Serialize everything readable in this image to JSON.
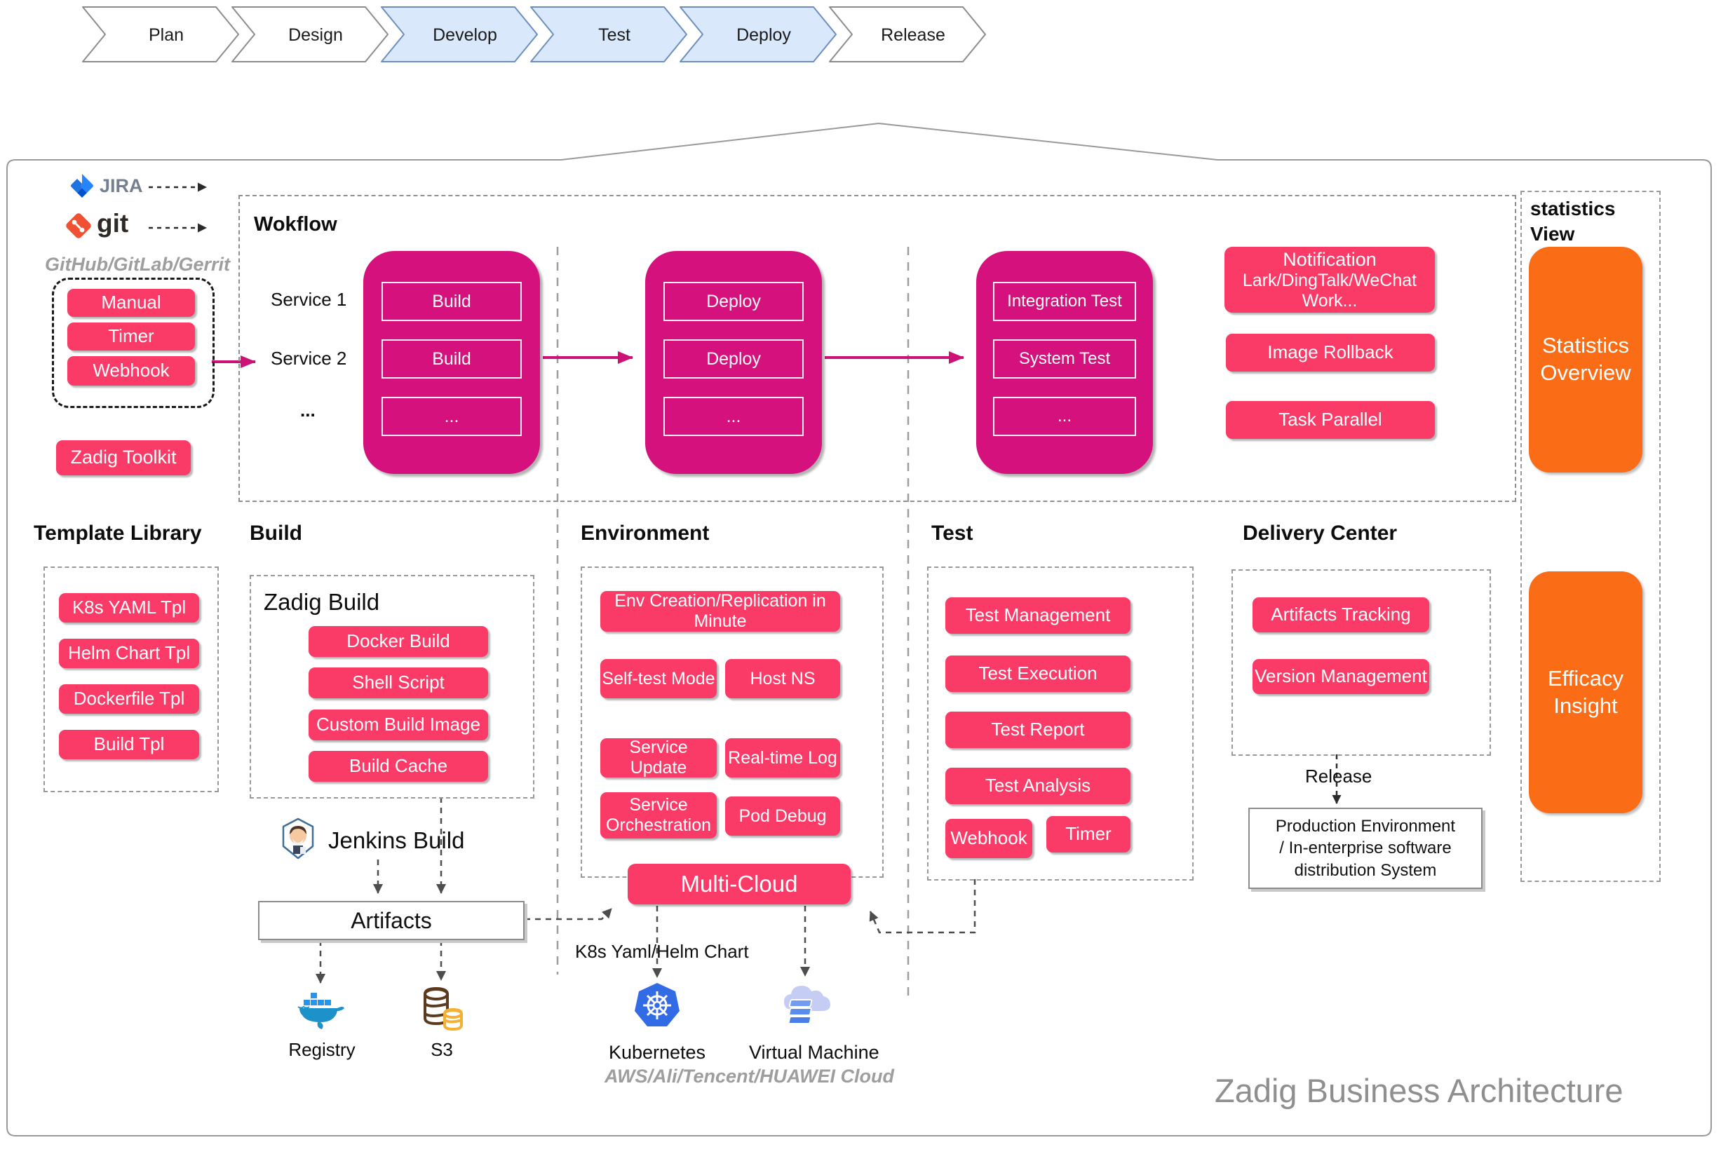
{
  "pipeline": {
    "stages": [
      {
        "label": "Plan",
        "active": false
      },
      {
        "label": "Design",
        "active": false
      },
      {
        "label": "Develop",
        "active": true
      },
      {
        "label": "Test",
        "active": true
      },
      {
        "label": "Deploy",
        "active": true
      },
      {
        "label": "Release",
        "active": false
      }
    ]
  },
  "integrations": {
    "jira_label": "JIRA",
    "git_label": "git",
    "git_providers": "GitHub/GitLab/Gerrit",
    "triggers": [
      "Manual",
      "Timer",
      "Webhook"
    ],
    "toolkit_label": "Zadig Toolkit"
  },
  "workflow": {
    "title": "Wokflow",
    "service_labels": [
      "Service 1",
      "Service 2",
      "..."
    ],
    "build_stage": {
      "rows": [
        "Build",
        "Build",
        "..."
      ]
    },
    "deploy_stage": {
      "rows": [
        "Deploy",
        "Deploy",
        "..."
      ]
    },
    "test_stage": {
      "rows": [
        "Integration Test",
        "System Test",
        "..."
      ]
    },
    "notification": {
      "line1": "Notification",
      "line2": "Lark/DingTalk/WeChat",
      "line3": "Work..."
    },
    "image_rollback": "Image Rollback",
    "task_parallel": "Task Parallel"
  },
  "statistics": {
    "title_line1": "statistics",
    "title_line2": "View",
    "overview": "Statistics Overview",
    "efficacy": "Efficacy Insight"
  },
  "template_library": {
    "title": "Template Library",
    "items": [
      "K8s YAML Tpl",
      "Helm Chart Tpl",
      "Dockerfile Tpl",
      "Build Tpl"
    ]
  },
  "build": {
    "title": "Build",
    "zadig_title": "Zadig Build",
    "items": [
      "Docker Build",
      "Shell Script",
      "Custom Build Image",
      "Build Cache"
    ],
    "jenkins_label": "Jenkins Build",
    "artifacts_label": "Artifacts",
    "registry_label": "Registry",
    "s3_label": "S3"
  },
  "environment": {
    "title": "Environment",
    "env_creation": "Env Creation/Replication in Minute",
    "self_test": "Self-test Mode",
    "host_ns": "Host NS",
    "service_update": "Service Update",
    "realtime_log": "Real-time Log",
    "service_orchestration": "Service Orchestration",
    "pod_debug": "Pod Debug",
    "multi_cloud": "Multi-Cloud",
    "k8s_yaml_label": "K8s Yaml/Helm Chart",
    "kubernetes_label": "Kubernetes",
    "vm_label": "Virtual Machine",
    "clouds_label": "AWS/Ali/Tencent/HUAWEI Cloud"
  },
  "test": {
    "title": "Test",
    "items": [
      "Test Management",
      "Test Execution",
      "Test Report",
      "Test Analysis"
    ],
    "webhook": "Webhook",
    "timer": "Timer"
  },
  "delivery": {
    "title": "Delivery Center",
    "items": [
      "Artifacts Tracking",
      "Version Management"
    ],
    "release_label": "Release",
    "production_lines": [
      "Production Environment",
      "/ In-enterprise software",
      "distribution System"
    ]
  },
  "footer": {
    "title": "Zadig Business Architecture"
  },
  "colors": {
    "magenta": "#d5117d",
    "pink": "#fb3b67",
    "orange": "#fa6c15",
    "stage_blue_fill": "#dae8fc",
    "stage_blue_border": "#6c8ebf",
    "stage_white_border": "#8c8c8c"
  }
}
